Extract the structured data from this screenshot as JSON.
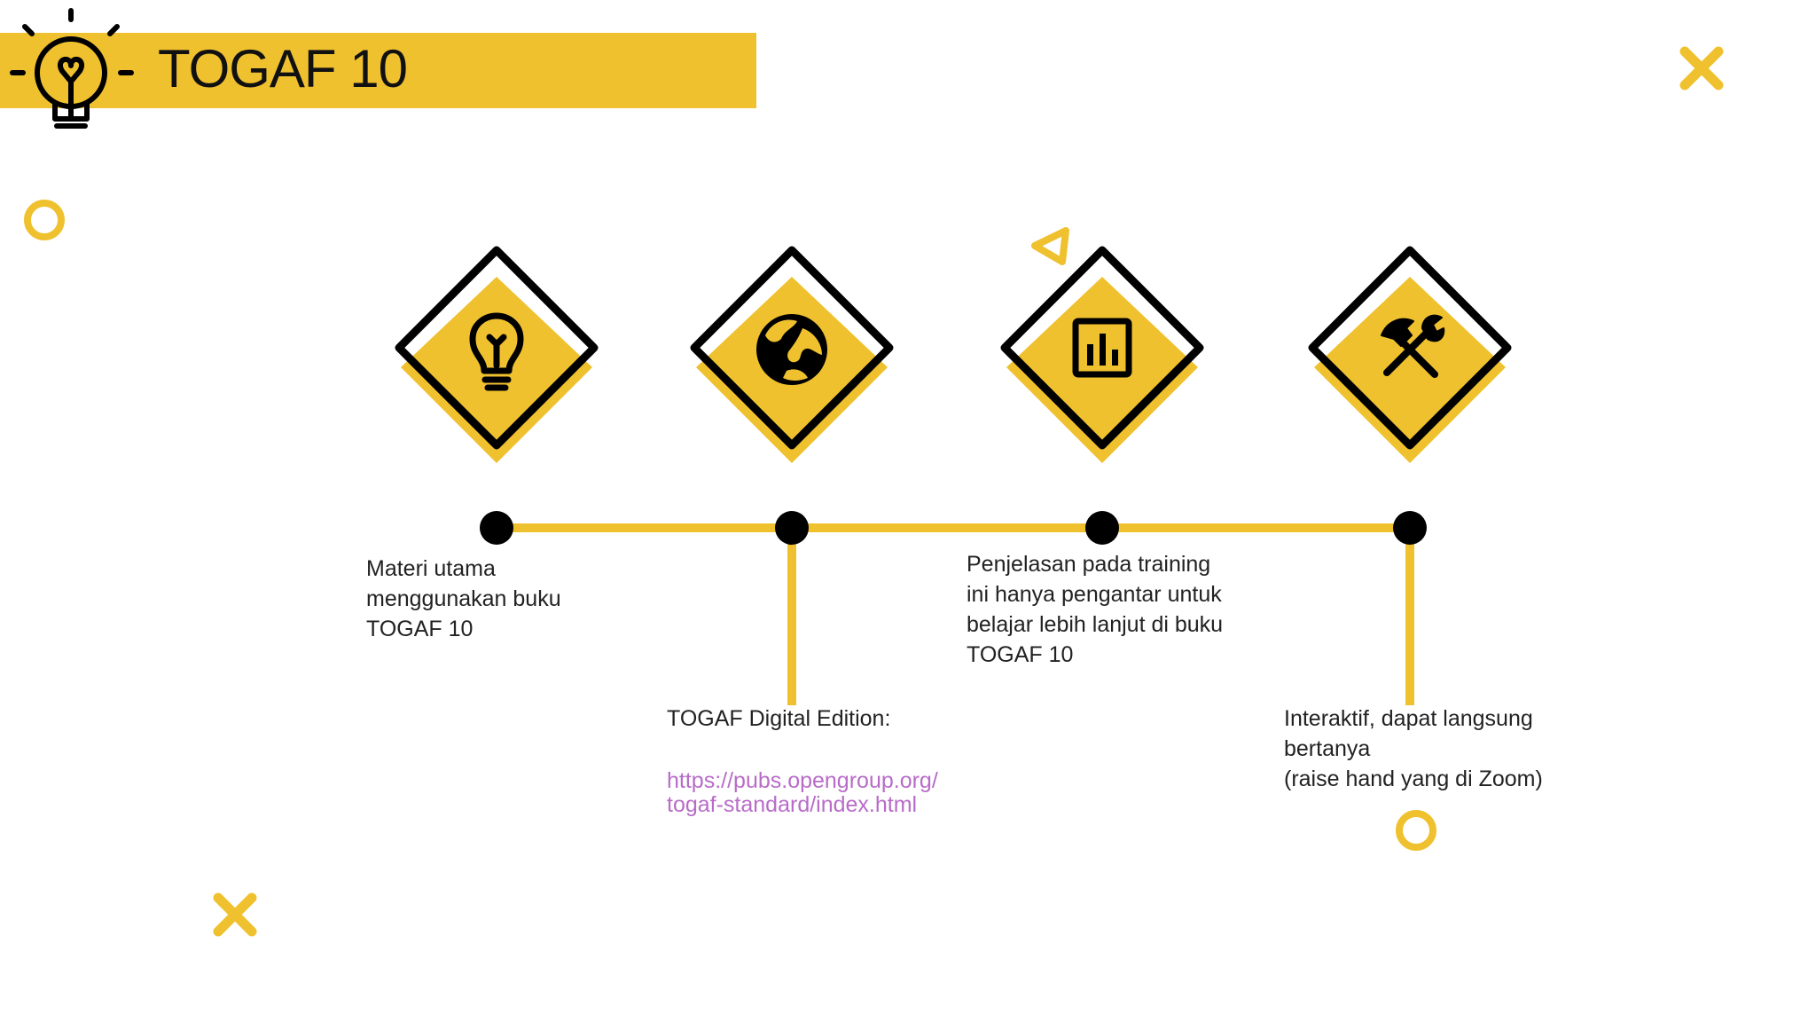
{
  "title": "TOGAF 10",
  "colors": {
    "accent": "#F0C12E",
    "ink": "#000000",
    "text": "#222222",
    "link": "#B86CC8"
  },
  "milestones": [
    {
      "icon": "lightbulb-icon",
      "text": "Materi utama\nmenggunakan buku\nTOGAF 10"
    },
    {
      "icon": "globe-icon",
      "text": "TOGAF Digital Edition:",
      "link": "https://pubs.opengroup.org/\ntogaf-standard/index.html"
    },
    {
      "icon": "bar-chart-icon",
      "text": "Penjelasan pada training\nini hanya pengantar untuk\nbelajar lebih lanjut di buku\nTOGAF 10"
    },
    {
      "icon": "tools-icon",
      "text": "Interaktif, dapat langsung\nbertanya\n(raise hand yang di Zoom)"
    }
  ]
}
